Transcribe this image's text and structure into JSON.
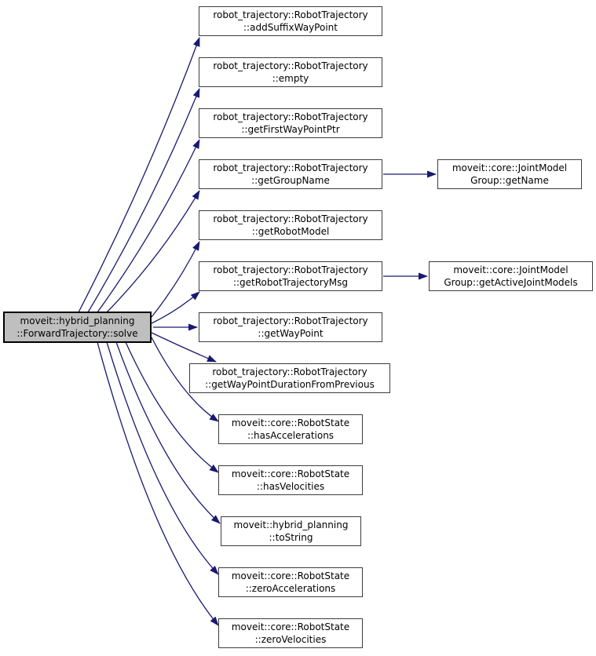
{
  "diagram": {
    "type": "doxygen-call-graph",
    "edge_color": "#191970",
    "node_fill": "#ffffff",
    "node_border": "#3d3d3d",
    "highlight_fill": "#bfbfbf",
    "highlight_border": "#000000"
  },
  "nodes": {
    "solve": {
      "line1": "moveit::hybrid_planning",
      "line2": "::ForwardTrajectory::solve"
    },
    "addSuffixWayPoint": {
      "line1": "robot_trajectory::RobotTrajectory",
      "line2": "::addSuffixWayPoint"
    },
    "empty": {
      "line1": "robot_trajectory::RobotTrajectory",
      "line2": "::empty"
    },
    "getFirstWayPointPtr": {
      "line1": "robot_trajectory::RobotTrajectory",
      "line2": "::getFirstWayPointPtr"
    },
    "getGroupName": {
      "line1": "robot_trajectory::RobotTrajectory",
      "line2": "::getGroupName"
    },
    "getRobotModel": {
      "line1": "robot_trajectory::RobotTrajectory",
      "line2": "::getRobotModel"
    },
    "getRobotTrajectoryMsg": {
      "line1": "robot_trajectory::RobotTrajectory",
      "line2": "::getRobotTrajectoryMsg"
    },
    "getWayPoint": {
      "line1": "robot_trajectory::RobotTrajectory",
      "line2": "::getWayPoint"
    },
    "getWayPointDurationFromPrevious": {
      "line1": "robot_trajectory::RobotTrajectory",
      "line2": "::getWayPointDurationFromPrevious"
    },
    "hasAccelerations": {
      "line1": "moveit::core::RobotState",
      "line2": "::hasAccelerations"
    },
    "hasVelocities": {
      "line1": "moveit::core::RobotState",
      "line2": "::hasVelocities"
    },
    "toString": {
      "line1": "moveit::hybrid_planning",
      "line2": "::toString"
    },
    "zeroAccelerations": {
      "line1": "moveit::core::RobotState",
      "line2": "::zeroAccelerations"
    },
    "zeroVelocities": {
      "line1": "moveit::core::RobotState",
      "line2": "::zeroVelocities"
    },
    "jointModelGroupGetName": {
      "line1": "moveit::core::JointModel",
      "line2": "Group::getName"
    },
    "jointModelGroupGetActiveJointModels": {
      "line1": "moveit::core::JointModel",
      "line2": "Group::getActiveJointModels"
    }
  },
  "edges": [
    {
      "from": "solve",
      "to": "addSuffixWayPoint"
    },
    {
      "from": "solve",
      "to": "empty"
    },
    {
      "from": "solve",
      "to": "getFirstWayPointPtr"
    },
    {
      "from": "solve",
      "to": "getGroupName"
    },
    {
      "from": "solve",
      "to": "getRobotModel"
    },
    {
      "from": "solve",
      "to": "getRobotTrajectoryMsg"
    },
    {
      "from": "solve",
      "to": "getWayPoint"
    },
    {
      "from": "solve",
      "to": "getWayPointDurationFromPrevious"
    },
    {
      "from": "solve",
      "to": "hasAccelerations"
    },
    {
      "from": "solve",
      "to": "hasVelocities"
    },
    {
      "from": "solve",
      "to": "toString"
    },
    {
      "from": "solve",
      "to": "zeroAccelerations"
    },
    {
      "from": "solve",
      "to": "zeroVelocities"
    },
    {
      "from": "getGroupName",
      "to": "jointModelGroupGetName"
    },
    {
      "from": "getRobotTrajectoryMsg",
      "to": "jointModelGroupGetActiveJointModels"
    }
  ]
}
